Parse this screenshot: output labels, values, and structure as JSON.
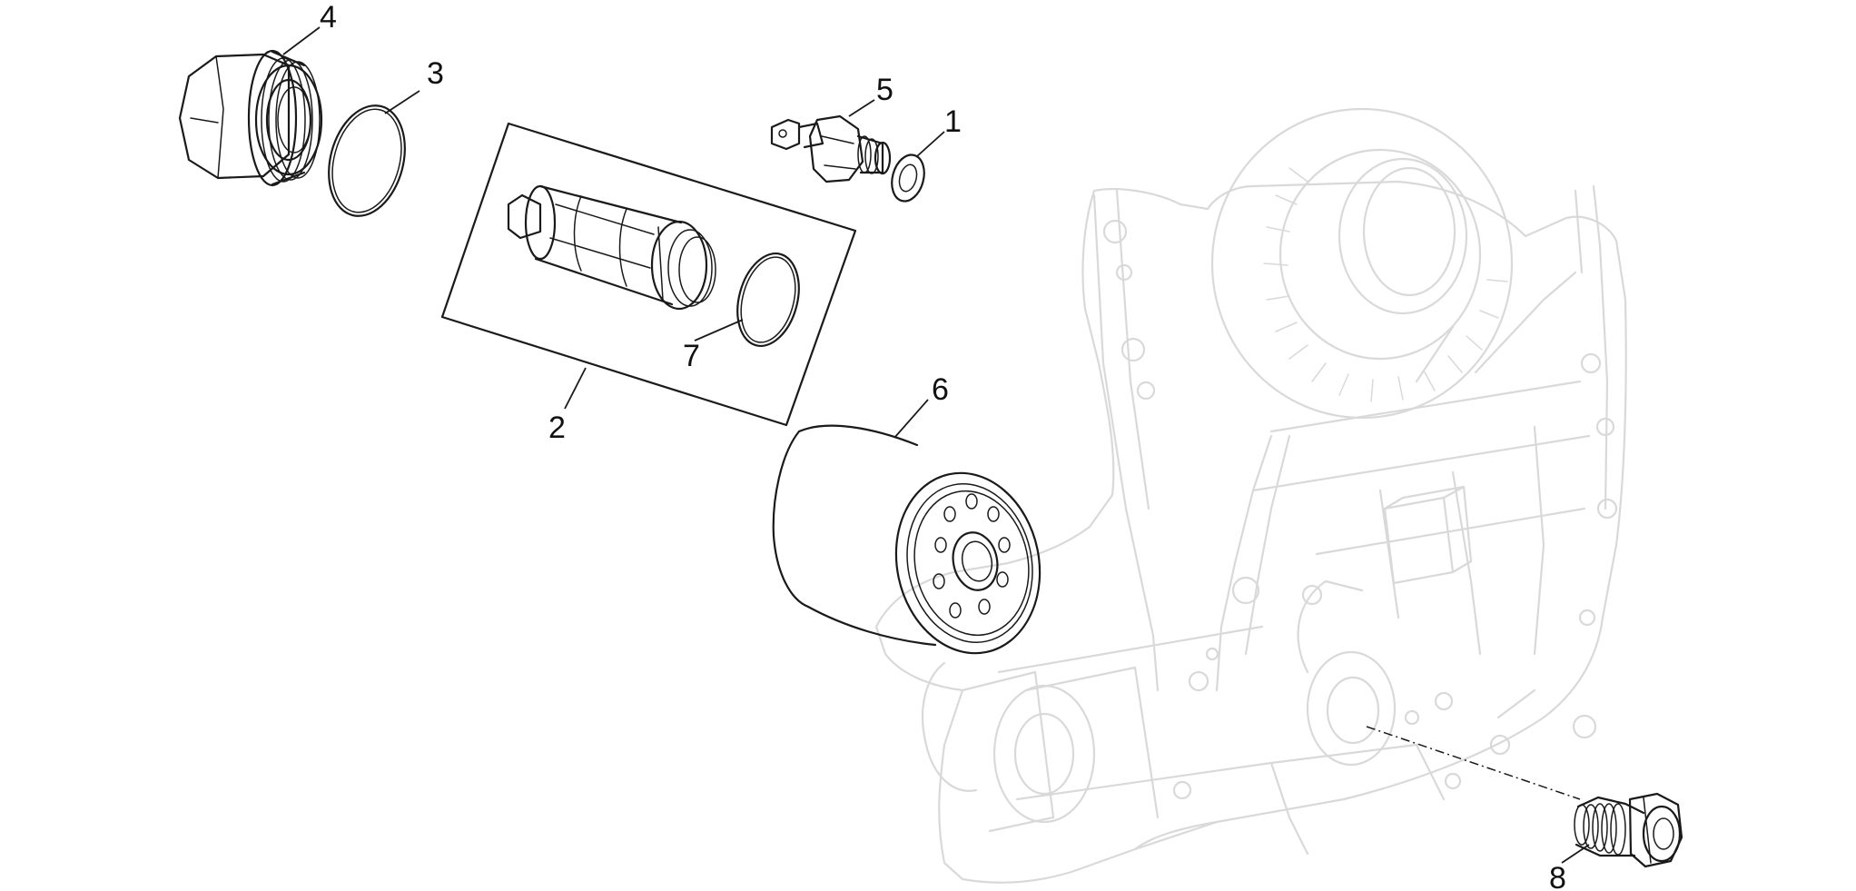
{
  "diagram": {
    "kind": "exploded-parts-view",
    "callouts": [
      {
        "id": "1",
        "text": "1"
      },
      {
        "id": "2",
        "text": "2"
      },
      {
        "id": "3",
        "text": "3"
      },
      {
        "id": "4",
        "text": "4"
      },
      {
        "id": "5",
        "text": "5"
      },
      {
        "id": "6",
        "text": "6"
      },
      {
        "id": "7",
        "text": "7"
      },
      {
        "id": "8",
        "text": "8"
      }
    ],
    "colors": {
      "line_art": "#1a1a1a",
      "ghost_housing": "#d9d9d9",
      "background": "#ffffff"
    }
  }
}
